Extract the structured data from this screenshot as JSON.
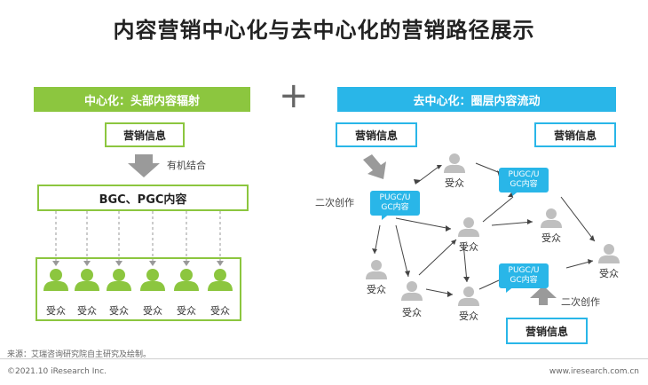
{
  "title": "内容营销中心化与去中心化的营销路径展示",
  "left": {
    "header": "中心化：头部内容辐射",
    "info_box": "营销信息",
    "arrow_label": "有机结合",
    "content_box": "BGC、PGC内容",
    "audience_label": "受众",
    "audience_count": 6
  },
  "right": {
    "header": "去中心化：圈层内容流动",
    "info_box_left": "营销信息",
    "info_box_right": "营销信息",
    "info_box_bottom": "营销信息",
    "creation_label_1": "二次创作",
    "creation_label_2": "二次创作",
    "bubble_text": "PUGC/U\nGC内容",
    "audience_label": "受众"
  },
  "footer": {
    "source": "来源：艾瑞咨询研究院自主研究及绘制。",
    "copyright": "©2021.10 iResearch Inc.",
    "website": "www.iresearch.com.cn"
  },
  "colors": {
    "green": "#8cc63f",
    "blue": "#29b6e8",
    "gray_person": "#bfbfbf"
  }
}
